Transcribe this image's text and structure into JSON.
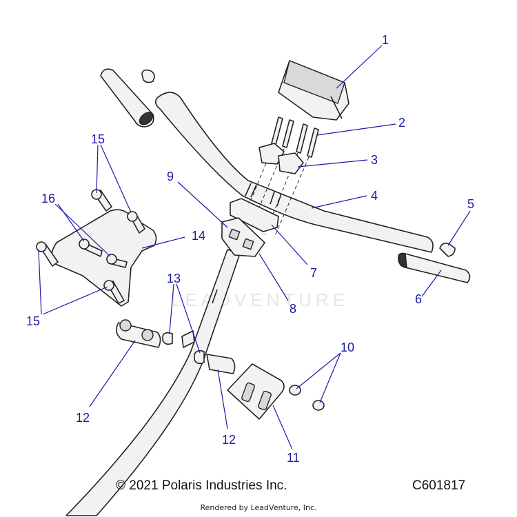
{
  "watermark": "LEADVENTURE",
  "callouts": [
    {
      "id": "c1",
      "label": "1"
    },
    {
      "id": "c2",
      "label": "2"
    },
    {
      "id": "c3",
      "label": "3"
    },
    {
      "id": "c4",
      "label": "4"
    },
    {
      "id": "c5",
      "label": "5"
    },
    {
      "id": "c6",
      "label": "6"
    },
    {
      "id": "c7",
      "label": "7"
    },
    {
      "id": "c8",
      "label": "8"
    },
    {
      "id": "c9",
      "label": "9"
    },
    {
      "id": "c10",
      "label": "10"
    },
    {
      "id": "c11",
      "label": "11"
    },
    {
      "id": "c12a",
      "label": "12"
    },
    {
      "id": "c12b",
      "label": "12"
    },
    {
      "id": "c13",
      "label": "13"
    },
    {
      "id": "c14",
      "label": "14"
    },
    {
      "id": "c15a",
      "label": "15"
    },
    {
      "id": "c15b",
      "label": "15"
    },
    {
      "id": "c16",
      "label": "16"
    }
  ],
  "footer": {
    "copyright": "© 2021 Polaris Industries Inc.",
    "figure_id": "C601817",
    "rendered_by": "Rendered by LeadVenture, Inc."
  }
}
